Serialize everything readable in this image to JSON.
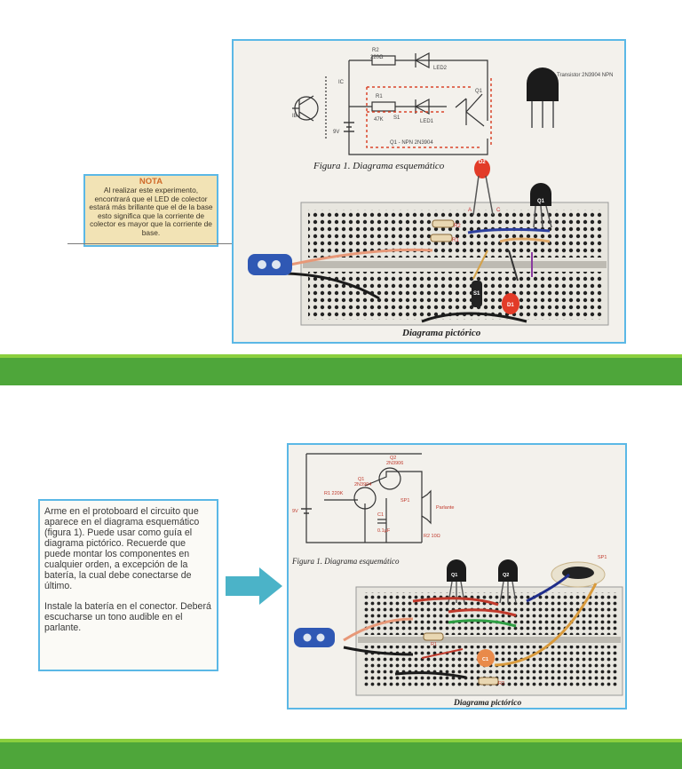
{
  "note": {
    "title": "NOTA",
    "text": "Al realizar este experimento, encontrará que el LED de colector estará más brillante que el de la base esto significa que la corriente de colector es mayor que la corriente de base."
  },
  "figure1": {
    "schematic_caption": "Figura 1. Diagrama esquemático",
    "pictorial_caption": "Diagrama pictórico",
    "transistor_label": "Transistor 2N3904 NPN",
    "labels": {
      "r2": "R2",
      "r2_val": "220Ω",
      "r1": "R1",
      "r1_val": "47K",
      "ld2": "LED2",
      "ld1": "LED1",
      "q1": "Q1",
      "s1": "S1",
      "v": "9V",
      "note": "Q1 - NPN 2N3904",
      "ib": "IB",
      "ic": "IC"
    },
    "parts": {
      "d2": "D2",
      "d1": "D1",
      "q1": "Q1",
      "s1": "S1",
      "r2": "R2",
      "r1": "R1",
      "a": "A",
      "c": "C"
    }
  },
  "instructions": {
    "p1": "Arme en el protoboard el circuito que aparece en el diagrama esquemático (figura 1). Puede usar como guía el diagrama pictórico. Recuerde que puede montar los componentes en cualquier orden, a excepción de la batería, la cual debe conectarse de último.",
    "p2": "Instale la batería en el conector. Deberá escucharse un tono audible en el parlante."
  },
  "figure2": {
    "schematic_caption": "Figura 1. Diagrama esquemático",
    "pictorial_caption": "Diagrama pictórico",
    "labels": {
      "q2": "Q2",
      "q2_type": "2N3906",
      "q1": "Q1",
      "q1_type": "2N3904",
      "r1": "R1 220K",
      "sp1": "SP1",
      "parlante": "Parlante",
      "c1": "C1",
      "c1_val": "0.1µF",
      "r2": "R2 10Ω",
      "v": "9V"
    },
    "parts": {
      "q1": "Q1",
      "q2": "Q2",
      "sp1": "SP1",
      "r1": "R1",
      "r2": "R2",
      "c1": "C1"
    }
  },
  "colors": {
    "accent_border": "#5bb8e6",
    "green_band": "#4ea63a",
    "band_edge": "#8bcf3e",
    "note_bg": "#f2e3b5",
    "arrow": "#4bb3c8"
  }
}
